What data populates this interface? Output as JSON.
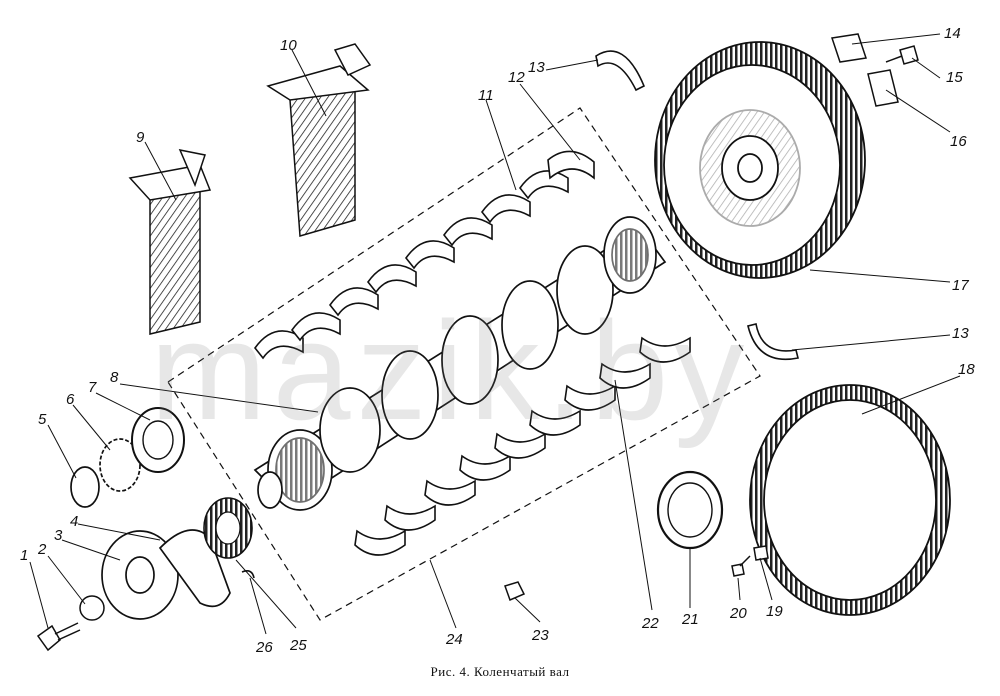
{
  "figure": {
    "caption": "Рис. 4. Коленчатый вал",
    "watermark": "mazik.by",
    "callouts": [
      {
        "label": "1"
      },
      {
        "label": "2"
      },
      {
        "label": "3"
      },
      {
        "label": "4"
      },
      {
        "label": "5"
      },
      {
        "label": "6"
      },
      {
        "label": "7"
      },
      {
        "label": "8"
      },
      {
        "label": "9"
      },
      {
        "label": "10"
      },
      {
        "label": "11"
      },
      {
        "label": "12"
      },
      {
        "label": "13"
      },
      {
        "label": "14"
      },
      {
        "label": "15"
      },
      {
        "label": "16"
      },
      {
        "label": "17"
      },
      {
        "label": "13"
      },
      {
        "label": "18"
      },
      {
        "label": "19"
      },
      {
        "label": "20"
      },
      {
        "label": "21"
      },
      {
        "label": "22"
      },
      {
        "label": "23"
      },
      {
        "label": "24"
      },
      {
        "label": "25"
      },
      {
        "label": "26"
      }
    ]
  },
  "colors": {
    "ink": "#111111",
    "paper": "#ffffff",
    "watermark": "#9a9a9a"
  }
}
